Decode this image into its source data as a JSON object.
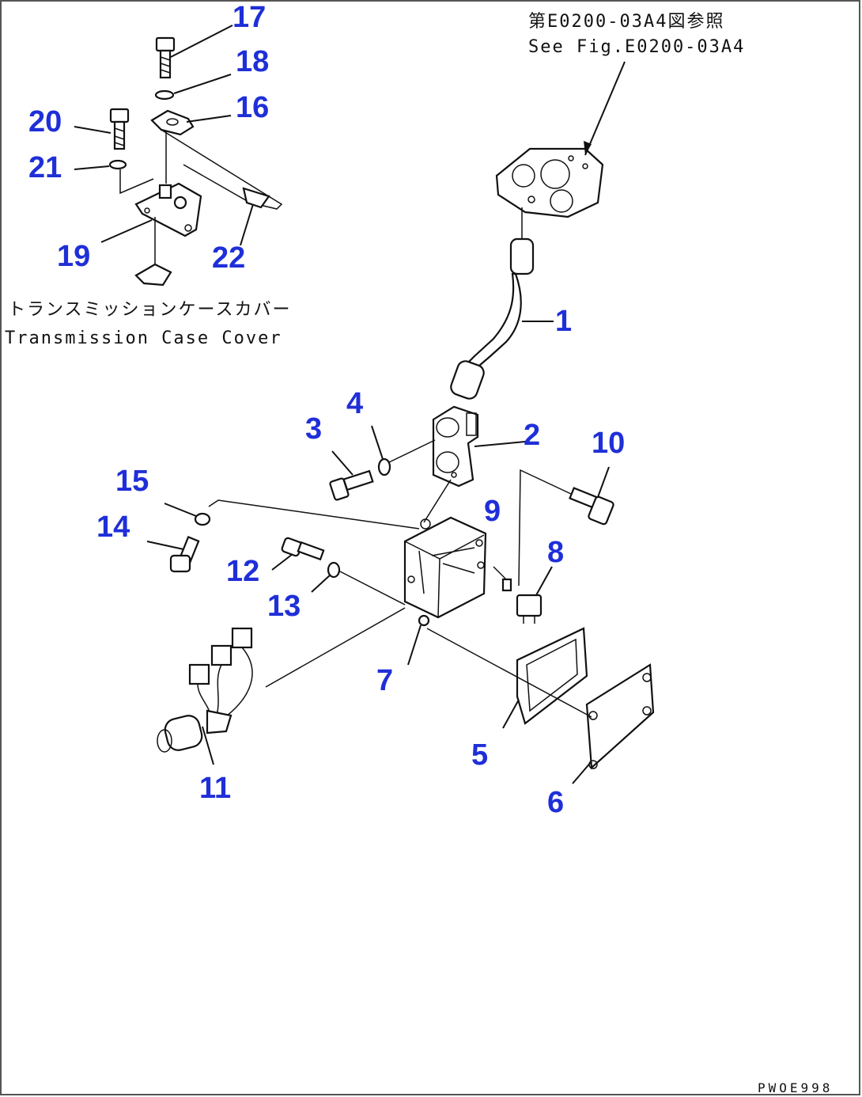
{
  "reference": {
    "jp": "第E0200-03A4図参照",
    "en": "See Fig.E0200-03A4"
  },
  "inset_caption": {
    "jp": "トランスミッションケースカバー",
    "en": "Transmission Case Cover"
  },
  "drawing_code": "PWOE998",
  "callouts": [
    "1",
    "2",
    "3",
    "4",
    "5",
    "6",
    "7",
    "8",
    "9",
    "10",
    "11",
    "12",
    "13",
    "14",
    "15",
    "16",
    "17",
    "18",
    "19",
    "20",
    "21",
    "22"
  ],
  "colors": {
    "callout": "#1f2fd8",
    "line": "#111111",
    "frame": "#555555"
  }
}
